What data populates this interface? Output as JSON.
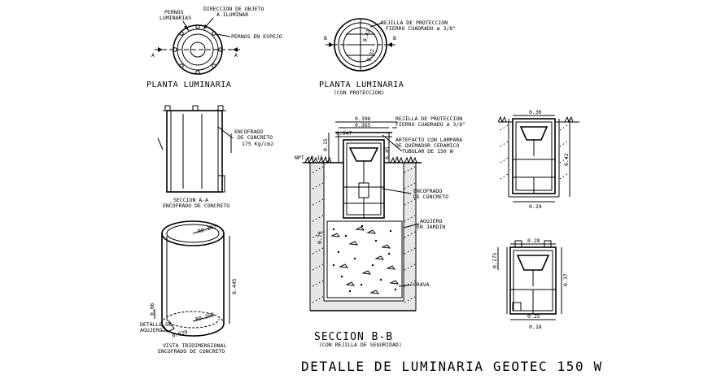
{
  "labels": {
    "pernos_luminarias": [
      "PERNOS",
      "LUMINARIAS"
    ],
    "direccion_objeto": [
      "DIRECCION DE OBJETO",
      "A ILUMINAR"
    ],
    "pernos_espejo": "PERNOS EN ESPEJO",
    "sec_a": "A",
    "sec_b": "B",
    "planta_luminaria_1": "PLANTA LUMINARIA",
    "planta_luminaria_2": "PLANTA LUMINARIA",
    "con_proteccion": "(CON PROTECCION)",
    "rejilla_top": [
      "REJILLA DE PROTECCION",
      "FIERRO CUADRADO ø  3/8\""
    ],
    "encofrado_left": [
      "ENCOFRADO",
      "DE CONCRETO",
      "175 Kg/cm2"
    ],
    "seccion_aa": [
      "SECCION A-A",
      "ENCOFRADO DE CONCRETO"
    ],
    "rejilla_mid": [
      "REJILLA DE PROTECCION",
      "FIERRO CUADRADO ø  3/8\""
    ],
    "artefacto": [
      "ARTEFACTO CON LAMPARA",
      "DE QUEMADOR CERAMICO",
      "TUBULAR  DE 150 W"
    ],
    "npt": "NPT.+0.15",
    "encofrado_mid": [
      "ENCOFRADO",
      "DE CONCRETO"
    ],
    "agujero_jardin": [
      "AGUJERO",
      "EN JARDIN"
    ],
    "grava": "GRAVA",
    "detalle_agujero": [
      "DETALLE DE",
      "AGUJERO"
    ],
    "vista_tri": [
      "VISTA TRIDIMENSIONAL",
      "ENCOFRADO DE CONCRETO"
    ],
    "seccion_bb": "SECCION B-B",
    "con_rejilla": "(CON REJILLA DE SEGURIDAD)",
    "main_title": "DETALLE DE LUMINARIA GEOTEC 150 W"
  },
  "dims": {
    "d0396": "0.396",
    "d0365": "0.365",
    "d0047": "0.047",
    "d015": "0.15",
    "d0445": "0.445",
    "d045": "0.45",
    "r0165": "R0.165",
    "r0250": "R0.250",
    "d0029": "0.029",
    "d030": "0.30",
    "d029": "0.29",
    "d042": "0.42",
    "d032": "0.32",
    "d028": "0.28",
    "d0175": "0.175",
    "d037": "0.37",
    "d025": "0.25",
    "d018": "0.18",
    "d006": "0.06",
    "d076": "0.76"
  }
}
